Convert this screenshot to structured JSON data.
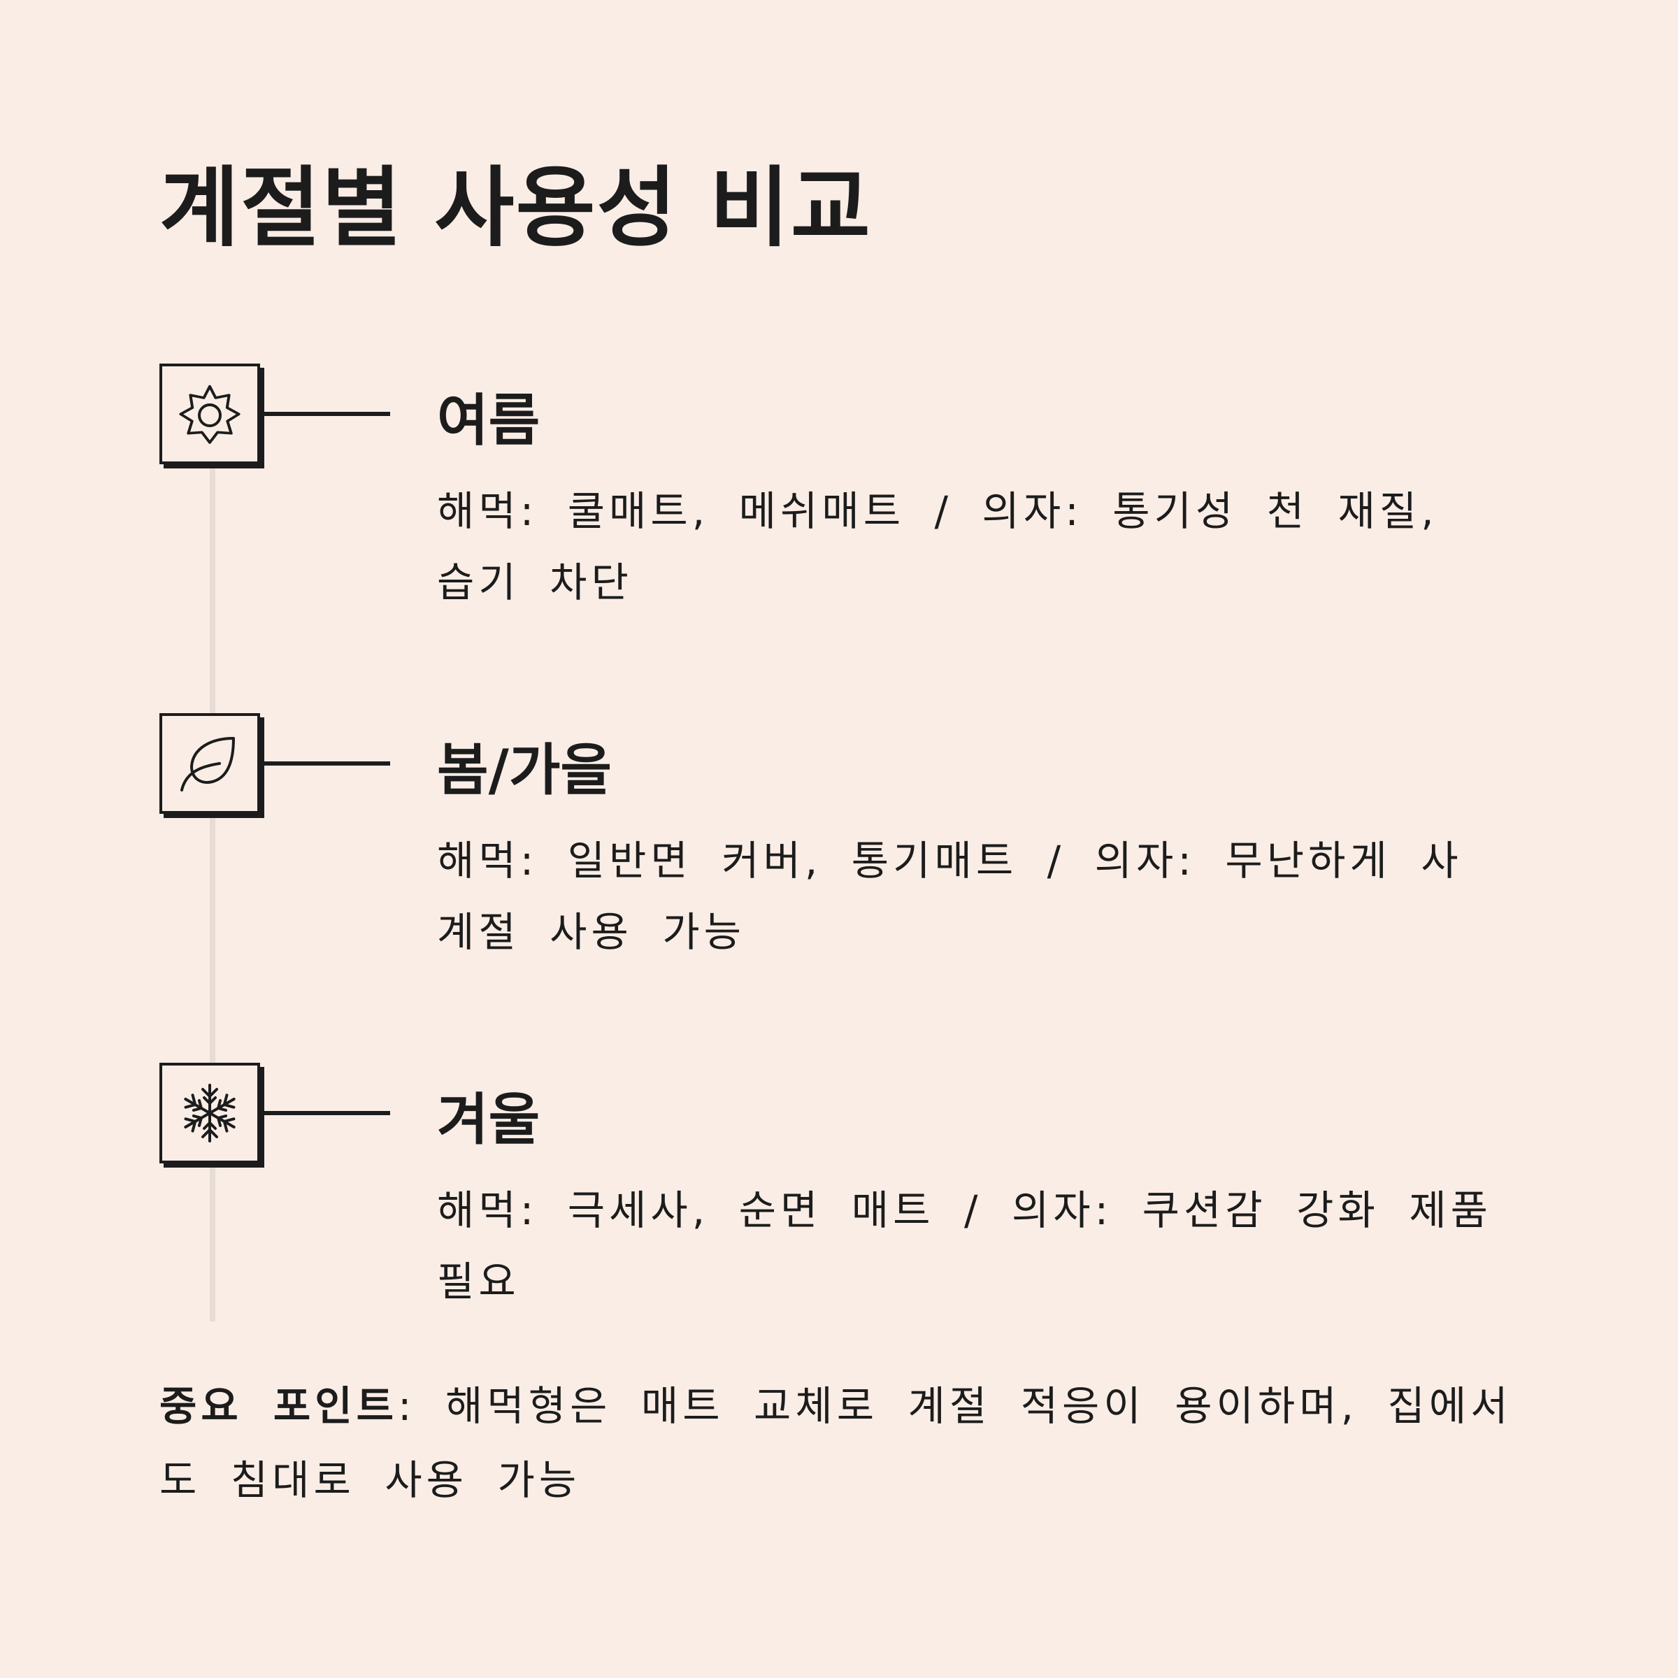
{
  "title": "계절별 사용성 비교",
  "seasons": [
    {
      "icon": "sun-icon",
      "name": "여름",
      "description": "해먹: 쿨매트, 메쉬매트 / 의자: 통기성 천 재질, 습기 차단"
    },
    {
      "icon": "leaf-icon",
      "name": "봄/가을",
      "description": "해먹: 일반면 커버, 통기매트 / 의자: 무난하게 사계절 사용 가능"
    },
    {
      "icon": "snowflake-icon",
      "name": "겨울",
      "description": "해먹: 극세사, 순면 매트 / 의자: 쿠션감 강화 제품 필요"
    }
  ],
  "key_point": {
    "label": "중요 포인트",
    "separator": ":",
    "text": " 해먹형은 매트 교체로 계절 적응이 용이하며, 집에서도 침대로 사용 가능"
  },
  "colors": {
    "background": "#f9ede6",
    "ink": "#1c1c1c",
    "timeline": "#e8ddd6"
  }
}
